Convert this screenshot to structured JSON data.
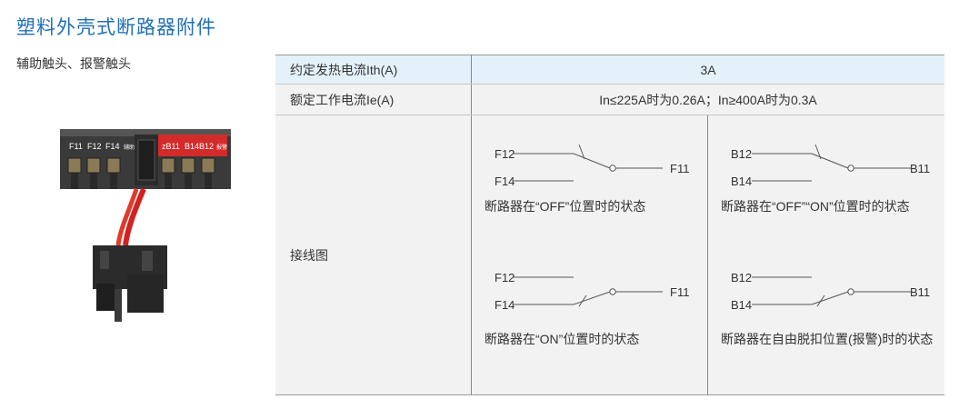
{
  "title": "塑料外壳式断路器附件",
  "subtitle": "辅助触头、报警触头",
  "product_labels": {
    "f11": "F11",
    "f12": "F12",
    "f14": "F14",
    "b11": "zB11",
    "b14": "B14",
    "b12": "B12",
    "aux": "辅助",
    "alarm": "报警"
  },
  "table": {
    "rows": [
      {
        "label": "约定发热电流Ith(A)",
        "value": "3A"
      },
      {
        "label": "额定工作电流Ie(A)",
        "value": "In≤225A时为0.26A；In≥400A时为0.3A"
      },
      {
        "label": "接线图"
      }
    ],
    "diagrams": [
      {
        "t1": "F12",
        "t2": "F14",
        "t3": "F11",
        "caption": "断路器在“OFF”位置时的状态"
      },
      {
        "t1": "B12",
        "t2": "B14",
        "t3": "B11",
        "caption": "断路器在“OFF”“ON”位置时的状态"
      },
      {
        "t1": "F12",
        "t2": "F14",
        "t3": "F11",
        "caption": "断路器在“ON”位置时的状态"
      },
      {
        "t1": "B12",
        "t2": "B14",
        "t3": "B11",
        "caption": "断路器在自由脱扣位置(报警)时的状态"
      }
    ]
  }
}
